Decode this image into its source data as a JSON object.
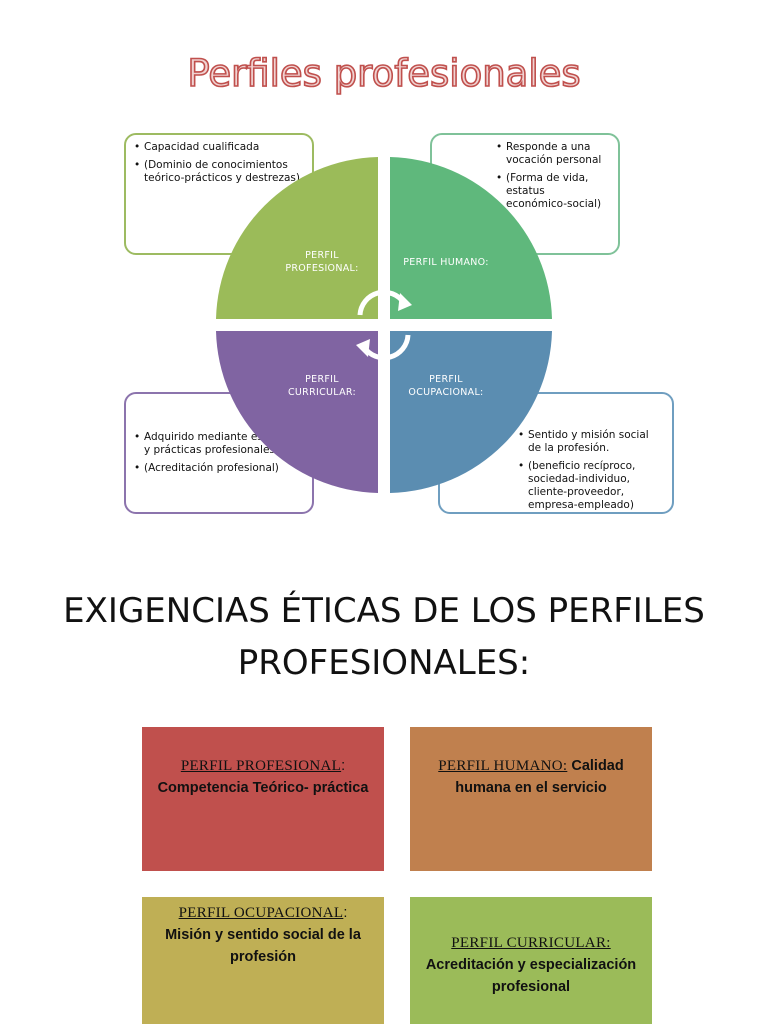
{
  "title": "Perfiles profesionales",
  "colors": {
    "title_fill": "#f0d3d2",
    "title_stroke": "#c0504d",
    "profesional": "#9bbb59",
    "humano": "#5fb87c",
    "curricular": "#8064a2",
    "ocupacional": "#5b8db1"
  },
  "diagram": {
    "quadrants": {
      "profesional": "PERFIL\nPROFESIONAL:",
      "humano": "PERFIL HUMANO:",
      "curricular": "PERFIL\nCURRICULAR:",
      "ocupacional": "PERFIL\nOCUPACIONAL:"
    },
    "boxes": {
      "profesional": [
        "Capacidad cualificada",
        "(Dominio de conocimientos teórico-prácticos y destrezas)"
      ],
      "humano": [
        "Responde a una vocación personal",
        "(Forma de vida, estatus económico-social)"
      ],
      "curricular": [
        "Adquirido mediante estudios y prácticas profesionales",
        "(Acreditación profesional)"
      ],
      "ocupacional": [
        "Sentido y misión social de la profesión.",
        "(beneficio recíproco, sociedad-individuo, cliente-proveedor, empresa-empleado)"
      ]
    },
    "cycle_icon": "circular-arrows-icon"
  },
  "heading": "EXIGENCIAS ÉTICAS DE LOS PERFILES PROFESIONALES:",
  "exigencias": {
    "profesional": {
      "label": "PERFIL PROFESIONAL",
      "sep": ":",
      "value": "Competencia Teórico- práctica"
    },
    "humano": {
      "label": "PERFIL HUMANO:",
      "sep": " ",
      "value": "Calidad humana en el servicio"
    },
    "ocupacional": {
      "label": "PERFIL OCUPACIONAL",
      "sep": ":",
      "value": "Misión y sentido social de la profesión"
    },
    "curricular": {
      "label": "PERFIL CURRICULAR:",
      "sep": "",
      "value": "Acreditación  y especialización profesional"
    }
  }
}
